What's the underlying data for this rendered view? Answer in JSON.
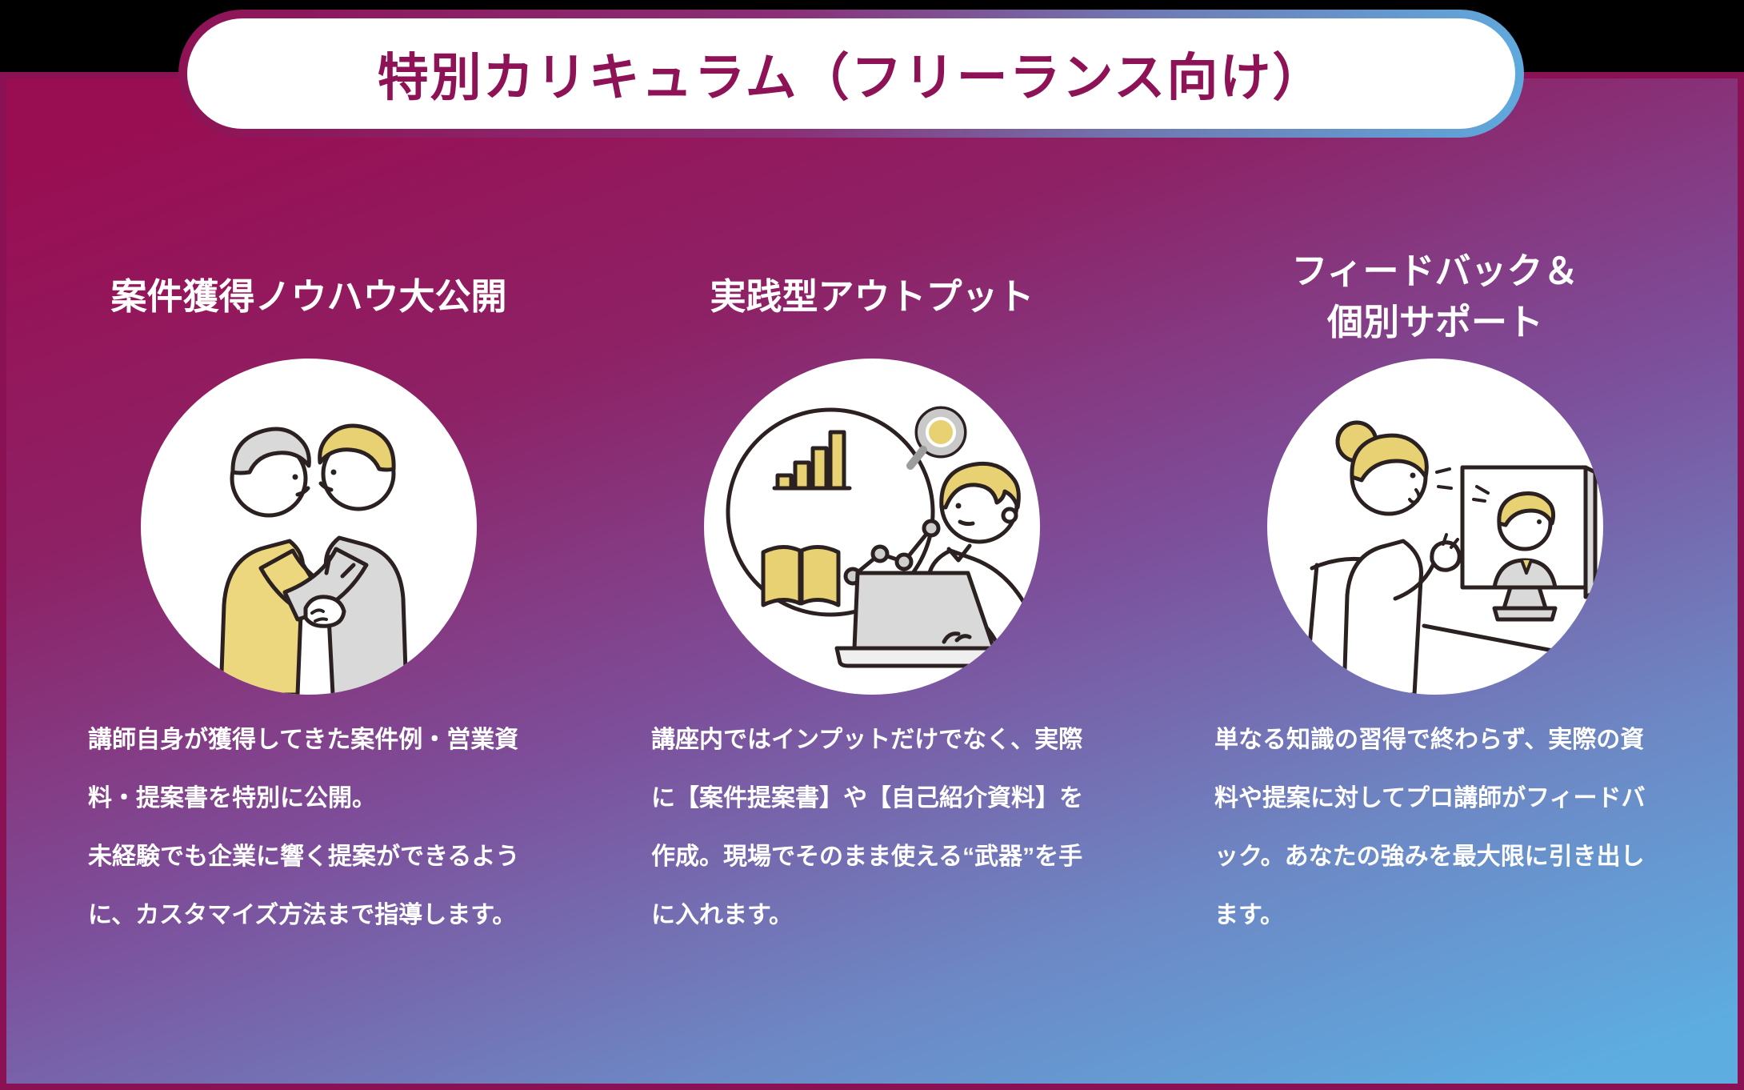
{
  "title": "特別カリキュラム（フリーランス向け）",
  "columns": [
    {
      "heading_lines": [
        "案件獲得ノウハウ大公開"
      ],
      "illustration": "handshake",
      "body_lines": [
        "講師自身が獲得してきた案件例・営業資",
        "料・提案書を特別に公開。",
        "未経験でも企業に響く提案ができるよう",
        "に、カスタマイズ方法まで指導します。"
      ]
    },
    {
      "heading_lines": [
        "実践型アウトプット"
      ],
      "illustration": "practical-output",
      "body_lines": [
        "講座内ではインプットだけでなく、実際",
        "に【案件提案書】や【自己紹介資料】を",
        "作成。現場でそのまま使える“武器”を手",
        "に入れます。"
      ]
    },
    {
      "heading_lines": [
        "フィードバック＆",
        "個別サポート"
      ],
      "illustration": "video-call-feedback",
      "body_lines": [
        "単なる知識の習得で終わらず、実際の資",
        "料や提案に対してプロ講師がフィードバ",
        "ック。あなたの強みを最大限に引き出し",
        "ます。"
      ]
    }
  ],
  "colors": {
    "outer_background": "#000000",
    "panel_border": "#8a1153",
    "gradient_top": "#990e53",
    "gradient_bottom": "#5dade1",
    "pill_fill": "#ffffff",
    "pill_border_left": "#8e1356",
    "pill_border_right": "#5fa9dd",
    "title_text": "#8e1356",
    "heading_text": "#ffffff",
    "body_text": "#ffffff",
    "illustration_yellow": "#e8d172",
    "illustration_gray": "#d9d9d9",
    "illustration_line": "#2b2121"
  }
}
